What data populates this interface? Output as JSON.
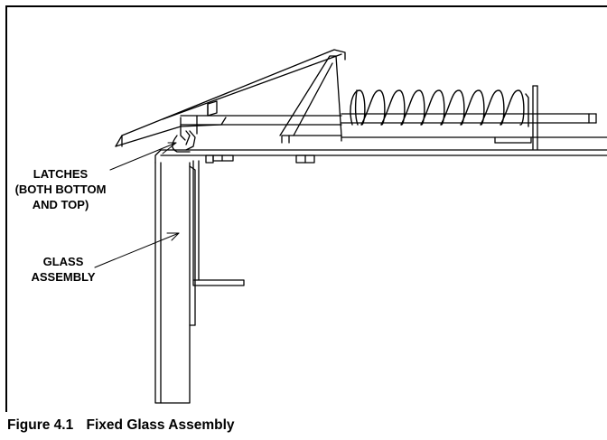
{
  "labels": {
    "latches": [
      "LATCHES",
      "(BOTH BOTTOM",
      "AND TOP)"
    ],
    "glass": [
      "GLASS",
      "ASSEMBLY"
    ]
  },
  "caption": {
    "number": "Figure 4.1",
    "title": "Fixed Glass Assembly"
  }
}
